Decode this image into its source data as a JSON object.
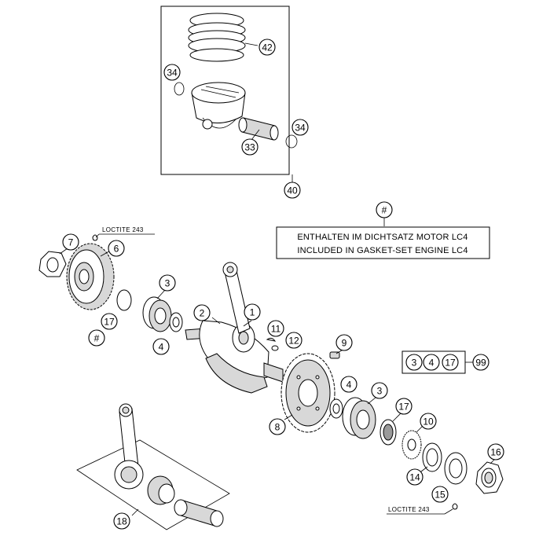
{
  "callouts": {
    "c42": "42",
    "c34a": "34",
    "c34b": "34",
    "c33": "33",
    "c40": "40",
    "c_hash_top": "#",
    "c7": "7",
    "c6": "6",
    "c17a": "17",
    "c_hash_left": "#",
    "c3a": "3",
    "c4a": "4",
    "c2": "2",
    "c1": "1",
    "c11": "11",
    "c12": "12",
    "c9": "9",
    "c4b": "4",
    "c3b": "3",
    "c17b": "17",
    "c10": "10",
    "c8": "8",
    "c14": "14",
    "c15": "15",
    "c16": "16",
    "c18": "18",
    "c99": "99"
  },
  "kit_group": [
    "3",
    "4",
    "17"
  ],
  "note": {
    "line1": "ENTHALTEN IM DICHTSATZ MOTOR LC4",
    "line2": "INCLUDED IN GASKET-SET ENGINE LC4"
  },
  "loctite": {
    "top": "LOCTITE 243",
    "bottom": "LOCTITE 243"
  }
}
